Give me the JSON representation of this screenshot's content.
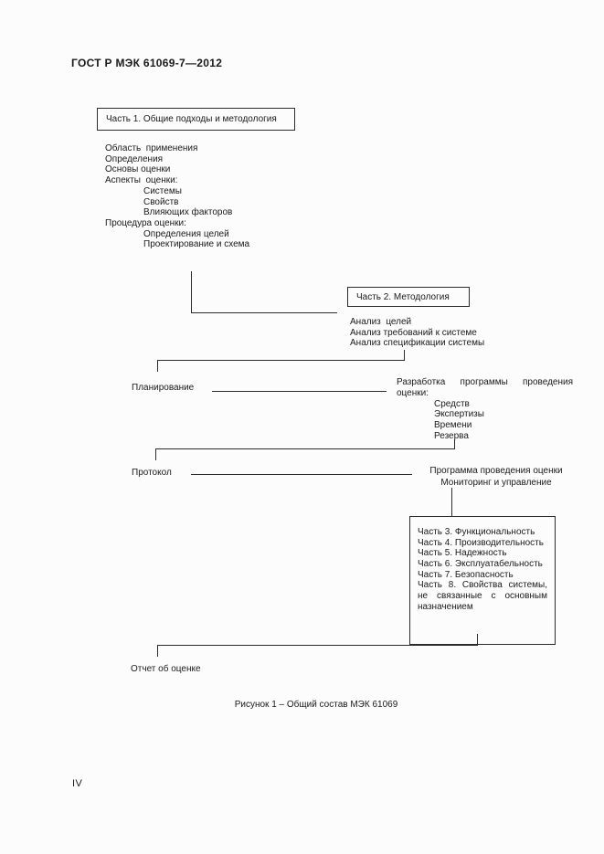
{
  "page": {
    "header": "ГОСТ Р МЭК 61069-7—2012",
    "figure_caption": "Рисунок 1 – Общий состав МЭК 61069",
    "page_number": "IV"
  },
  "diagram": {
    "part1": {
      "box_label": "Часть 1. Общие подходы и методология",
      "items": [
        "Область  применения",
        "Определения",
        "Основы оценки",
        "Аспекты  оценки:",
        "Системы",
        "Свойств",
        "Влияющих факторов",
        "Процедура оценки:",
        "Определения целей",
        "Проектирование и схема"
      ]
    },
    "part2": {
      "box_label": "Часть 2. Методология",
      "items": [
        "Анализ  целей",
        "Анализ требований к системе",
        "Анализ спецификации системы"
      ]
    },
    "planning_label": "Планирование",
    "development": {
      "heading": "Разработка программы проведения оценки:",
      "items": [
        "Средств",
        "Экспертизы",
        "Времени",
        "Резерва"
      ]
    },
    "protocol_label": "Протокол",
    "program": {
      "line1": "Программа проведения оценки",
      "line2": "Мониторинг и управление"
    },
    "parts_box": {
      "items": [
        "Часть 3. Функциональность",
        "Часть 4. Производительность",
        "Часть 5. Надежность",
        "Часть 6. Эксплуатабельность",
        "Часть 7. Безопасность",
        "Часть 8. Свойства системы, не связанные с основным назначением"
      ]
    },
    "report_label": "Отчет об оценке"
  }
}
